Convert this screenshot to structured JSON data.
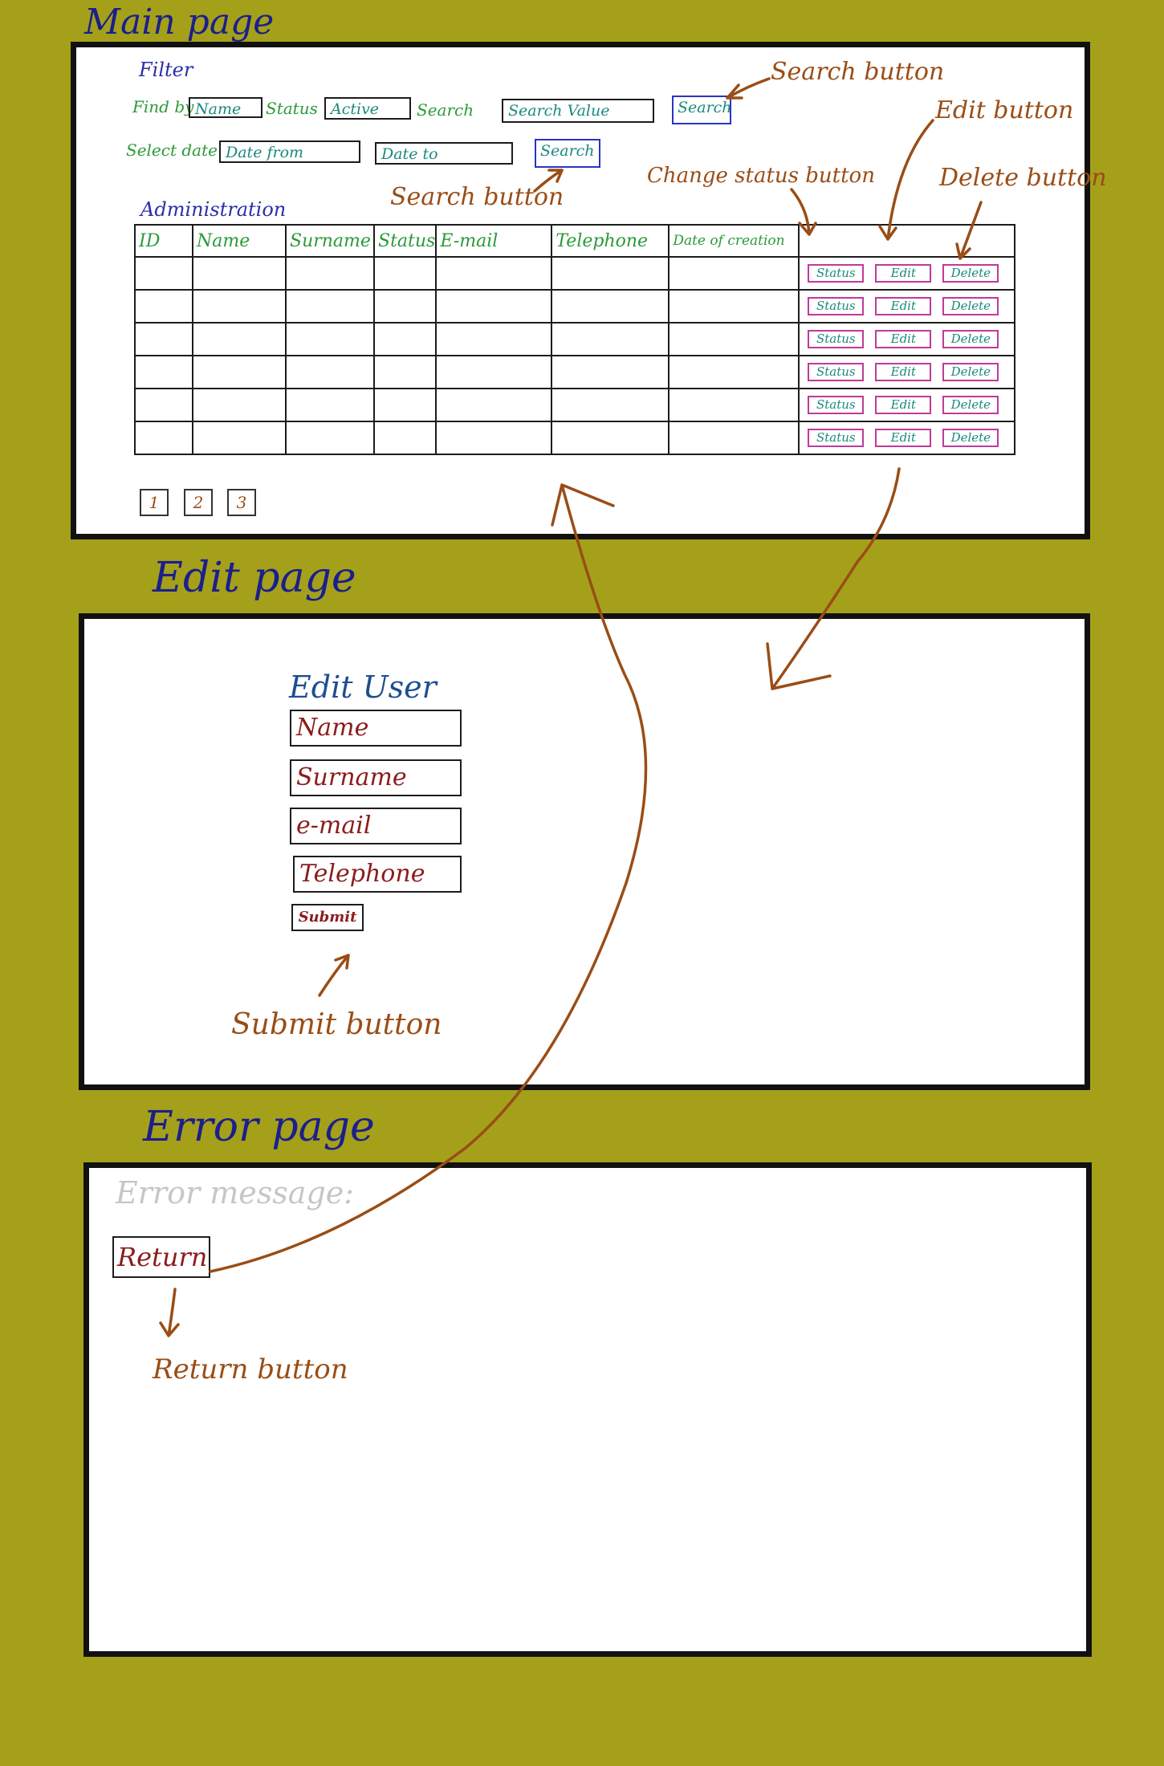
{
  "main": {
    "title": "Main page",
    "filter": {
      "heading": "Filter",
      "find_by_label": "Find by",
      "name_value": "Name",
      "status_label": "Status",
      "status_value": "Active",
      "search_label": "Search",
      "search_placeholder": "Search Value",
      "search_button": "Search",
      "select_date_label": "Select date",
      "date_from": "Date from",
      "date_to": "Date to",
      "date_search_button": "Search"
    },
    "administration_heading": "Administration",
    "table": {
      "columns": [
        "ID",
        "Name",
        "Surname",
        "Status",
        "E-mail",
        "Telephone",
        "Date of creation",
        ""
      ],
      "row_count": 6,
      "row_buttons": {
        "status": "Status",
        "edit": "Edit",
        "delete": "Delete"
      }
    },
    "pagination": [
      "1",
      "2",
      "3"
    ]
  },
  "annotations": {
    "search_button_top": "Search button",
    "search_button_date": "Search button",
    "edit_button": "Edit button",
    "change_status_button": "Change status button",
    "delete_button": "Delete button",
    "submit_button": "Submit button",
    "return_button": "Return button"
  },
  "edit": {
    "title": "Edit page",
    "form_heading": "Edit User",
    "fields": [
      "Name",
      "Surname",
      "e-mail",
      "Telephone"
    ],
    "submit_label": "Submit"
  },
  "error": {
    "title": "Error page",
    "message": "Error message:",
    "return_label": "Return"
  },
  "colors": {
    "background": "#a5a01a",
    "annotation": "#9a4d16",
    "title": "#1b1f8c",
    "table_header": "#2b9a39",
    "row_button_border": "#c03a99",
    "input_text": "#8b1c1c"
  }
}
